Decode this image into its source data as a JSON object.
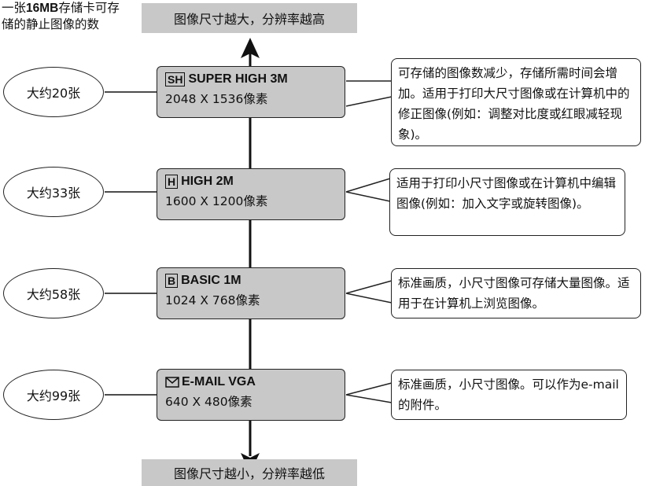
{
  "corner_note": {
    "prefix": "一张",
    "size": "16MB",
    "suffix": "存储卡可存储的静止图像的数"
  },
  "top_banner": "图像尺寸越大，分辨率越高",
  "bottom_banner": "图像尺寸越小，分辨率越低",
  "modes": [
    {
      "badge": "SH",
      "icon": "sh-mode-icon",
      "name": "SUPER HIGH 3M",
      "resolution": "2048 X 1536像素",
      "count": "大约20张",
      "description": "可存储的图像数减少，存储所需时间会增加。适用于打印大尺寸图像或在计算机中的修正图像(例如：调整对比度或红眼减轻现象)。"
    },
    {
      "badge": "H",
      "icon": "h-mode-icon",
      "name": "HIGH 2M",
      "resolution": "1600 X 1200像素",
      "count": "大约33张",
      "description": "适用于打印小尺寸图像或在计算机中编辑图像(例如：加入文字或旋转图像)。"
    },
    {
      "badge": "B",
      "icon": "b-mode-icon",
      "name": "BASIC 1M",
      "resolution": "1024 X 768像素",
      "count": "大约58张",
      "description": "标准画质，小尺寸图像可存储大量图像。适用于在计算机上浏览图像。"
    },
    {
      "badge": "",
      "icon": "envelope-icon",
      "name": "E-MAIL VGA",
      "resolution": "640 X 480像素",
      "count": "大约99张",
      "description": "标准画质，小尺寸图像。可以作为e-mail的附件。"
    }
  ]
}
